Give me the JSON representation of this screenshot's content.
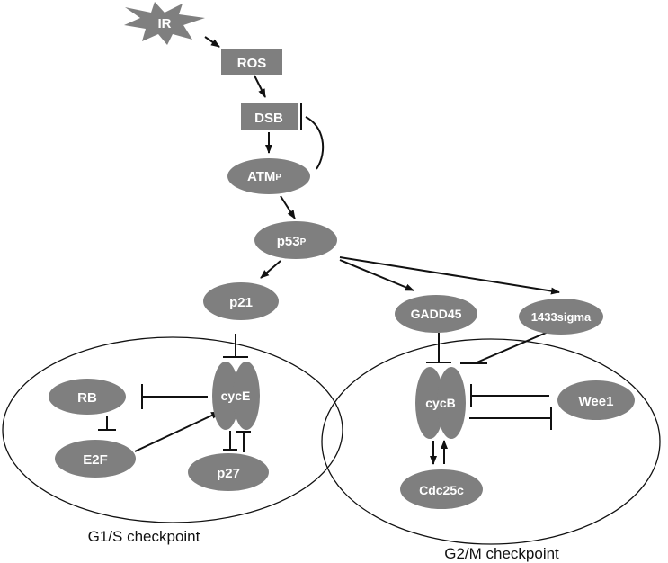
{
  "colors": {
    "node_fill": "#7f7f7f",
    "node_text": "#ffffff",
    "line": "#111111",
    "background": "#ffffff"
  },
  "nodes": {
    "ir": "IR",
    "ros": "ROS",
    "dsb": "DSB",
    "atm": "ATM",
    "atm_sup": "P",
    "p53": "p53",
    "p53_sup": "P",
    "p21": "p21",
    "gadd45": "GADD45",
    "sigma1433": "1433sigma",
    "rb": "RB",
    "e2f": "E2F",
    "cyce": "cycE",
    "p27": "p27",
    "cycb": "cycB",
    "wee1": "Wee1",
    "cdc25c": "Cdc25c"
  },
  "regions": {
    "g1s": "G1/S checkpoint",
    "g2m": "G2/M checkpoint"
  }
}
